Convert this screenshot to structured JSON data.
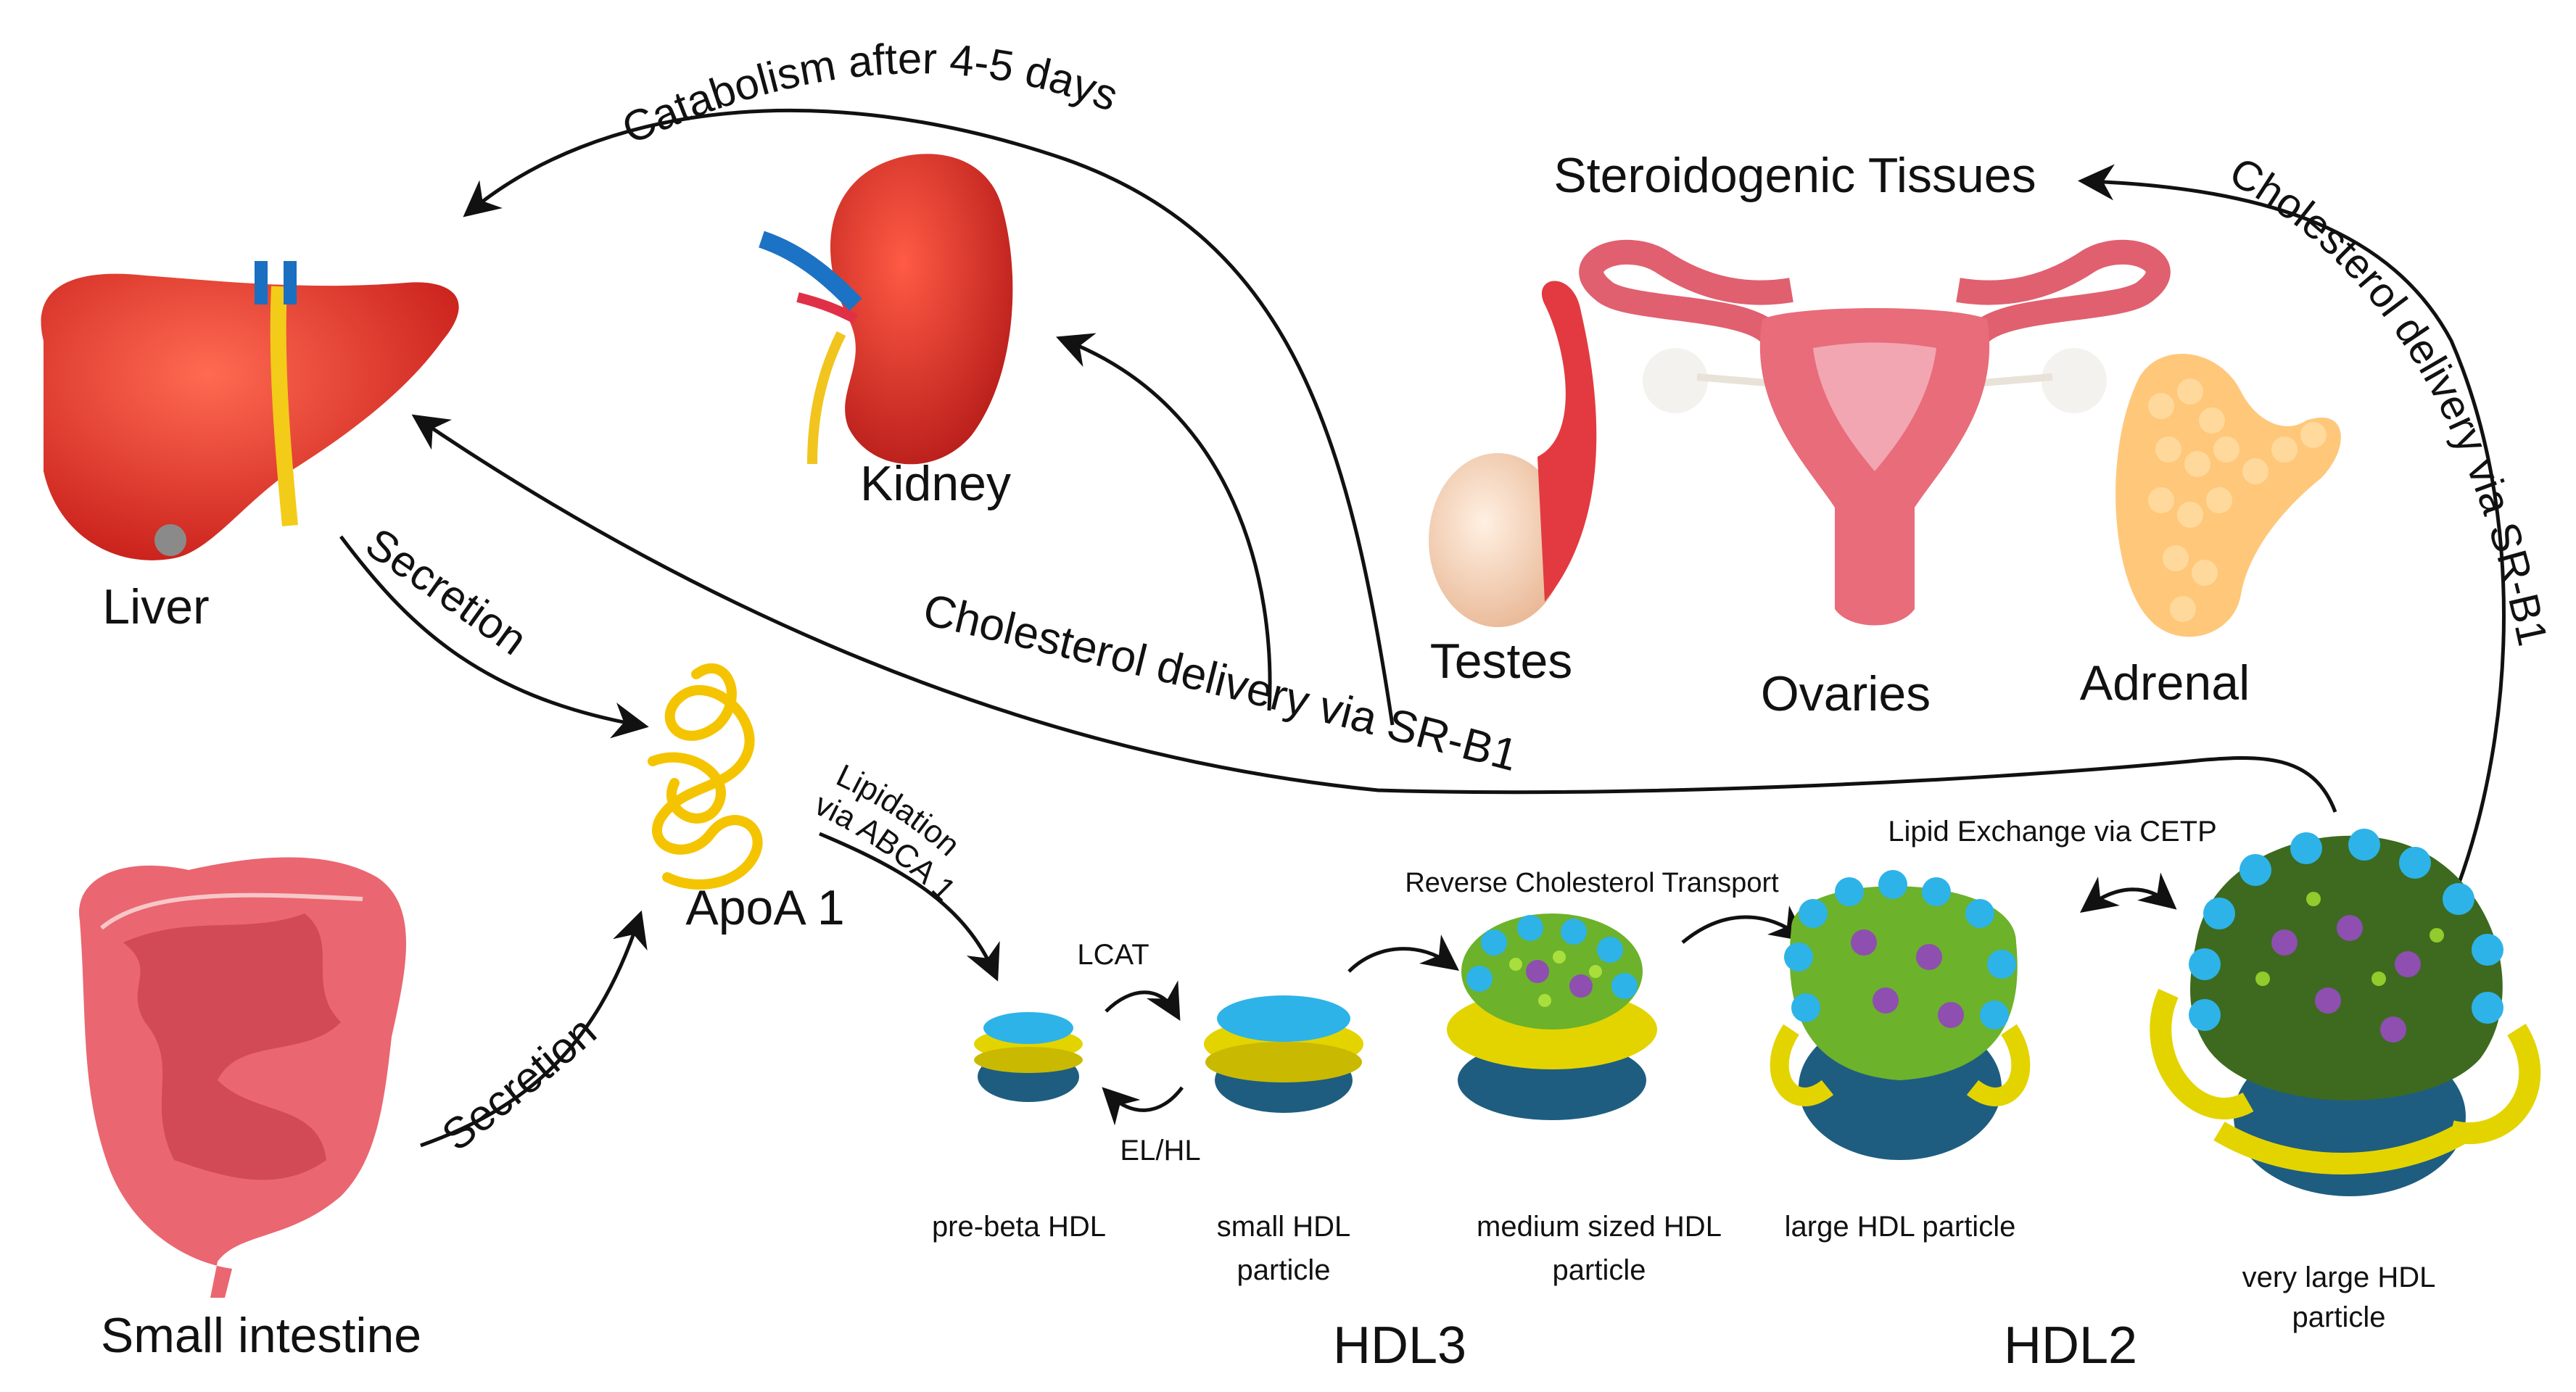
{
  "organs": {
    "liver": "Liver",
    "small_intestine": "Small intestine",
    "kidney": "Kidney",
    "steroidogenic": "Steroidogenic Tissues",
    "testes": "Testes",
    "ovaries": "Ovaries",
    "adrenal": "Adrenal"
  },
  "protein": {
    "apoa1": "ApoA 1"
  },
  "processes": {
    "catabolism": "Catabolism after 4-5 days",
    "secretion_liver": "Secretion",
    "secretion_intestine": "Secretion",
    "lipidation_line1": "Lipidation",
    "lipidation_line2": "via ABCA 1",
    "chol_delivery_liver": "Cholesterol delivery via SR-B1",
    "chol_delivery_steroid": "Cholesterol delivery via SR-B1",
    "lcat": "LCAT",
    "el_hl": "EL/HL",
    "reverse_transport": "Reverse Cholesterol Transport",
    "lipid_exchange": "Lipid Exchange via CETP"
  },
  "particles": {
    "pre_beta": "pre-beta HDL",
    "small_line1": "small HDL",
    "small_line2": "particle",
    "medium_line1": "medium sized HDL",
    "medium_line2": "particle",
    "large": "large HDL particle",
    "very_large_line1": "very large HDL",
    "very_large_line2": "particle"
  },
  "classes": {
    "hdl3": "HDL3",
    "hdl2": "HDL2"
  },
  "colors": {
    "liver": "#e83a2e",
    "kidney": "#d9342b",
    "intestine": "#e8636a",
    "apoa1": "#f7c800",
    "ovary": "#e57a86",
    "testis": "#f6d6c0",
    "adrenal": "#ffc77a",
    "lipid_blue": "#2db3e8",
    "lipid_dark": "#1e5d80",
    "lipid_green": "#8fcc2c",
    "lipid_purple": "#8e4fb0",
    "apoa_ring": "#e3d400",
    "arrow": "#111111"
  }
}
